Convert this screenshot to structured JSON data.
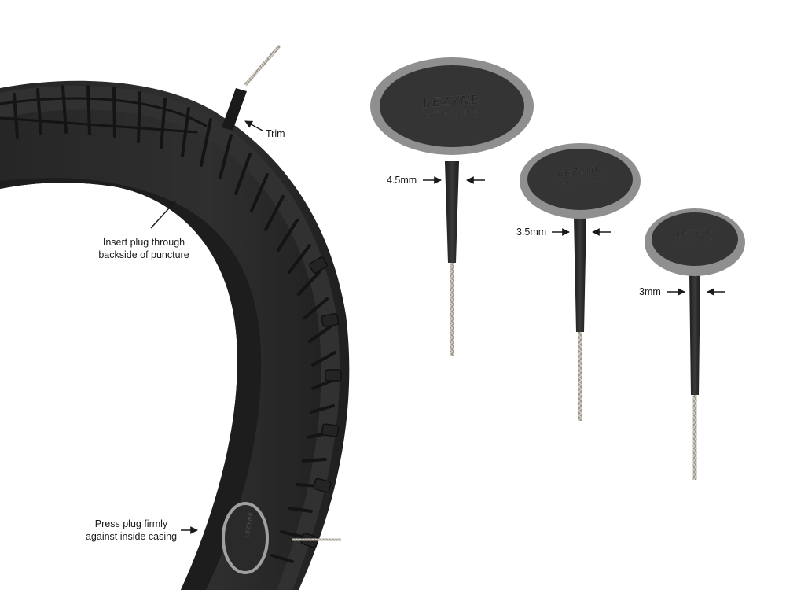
{
  "callouts": {
    "trim": "Trim",
    "insert_line1": "Insert plug through",
    "insert_line2": "backside of puncture",
    "press_line1": "Press plug firmly",
    "press_line2": "against inside casing"
  },
  "plugs": [
    {
      "size_label": "4.5mm",
      "logo_line1": "LEZYNE",
      "logo_line2": "PRO PLUG"
    },
    {
      "size_label": "3.5mm",
      "logo_line1": "LEZYNE",
      "logo_line2": "PRO PLUG"
    },
    {
      "size_label": "3mm",
      "logo_line1": "LEZYNE",
      "logo_line2": "PRO PLUG"
    }
  ],
  "colors": {
    "tire": "#2b2b2b",
    "tread_groove": "#151515",
    "plug_rim": "#8f8f8f",
    "plug_face": "#333333",
    "wire": "#b8b2a6"
  }
}
